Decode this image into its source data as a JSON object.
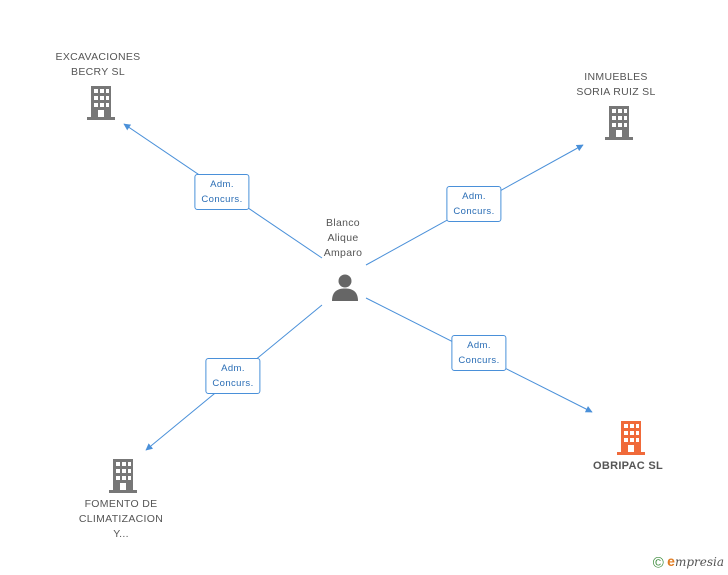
{
  "colors": {
    "edge": "#4a90d9",
    "company_icon": "#777777",
    "highlight_icon": "#f06a3a",
    "person_icon": "#666666"
  },
  "center": {
    "label": "Blanco\nAlique\nAmparo",
    "icon": "person-icon"
  },
  "companies": [
    {
      "id": "excavaciones",
      "label": "EXCAVACIONES\nBECRY SL",
      "icon": "building-icon",
      "highlight": false
    },
    {
      "id": "inmuebles",
      "label": "INMUEBLES\nSORIA RUIZ SL",
      "icon": "building-icon",
      "highlight": false
    },
    {
      "id": "fomento",
      "label": "FOMENTO DE\nCLIMATIZACION\nY...",
      "icon": "building-icon",
      "highlight": false
    },
    {
      "id": "obripac",
      "label": "OBRIPAC SL",
      "icon": "building-icon",
      "highlight": true
    }
  ],
  "edges": [
    {
      "to": "excavaciones",
      "label": "Adm.\nConcurs."
    },
    {
      "to": "inmuebles",
      "label": "Adm.\nConcurs."
    },
    {
      "to": "fomento",
      "label": "Adm.\nConcurs."
    },
    {
      "to": "obripac",
      "label": "Adm.\nConcurs."
    }
  ],
  "footer": {
    "copyright": "©",
    "brand_e": "e",
    "brand_rest": "mpresia"
  }
}
